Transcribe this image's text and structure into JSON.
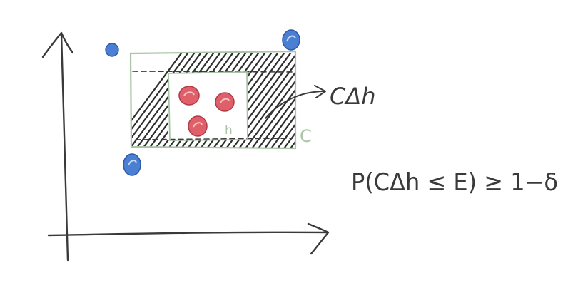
{
  "labels": {
    "symmetric_difference": "CΔh",
    "concept": "C",
    "hypothesis": "h",
    "pac_bound": "P(CΔh ≤ E) ≥ 1−δ"
  },
  "colors": {
    "ink": "#3a3a3a",
    "concept_box": "#a9c4a6",
    "positive_point": "#e0606a",
    "negative_point": "#4a7fd4"
  }
}
